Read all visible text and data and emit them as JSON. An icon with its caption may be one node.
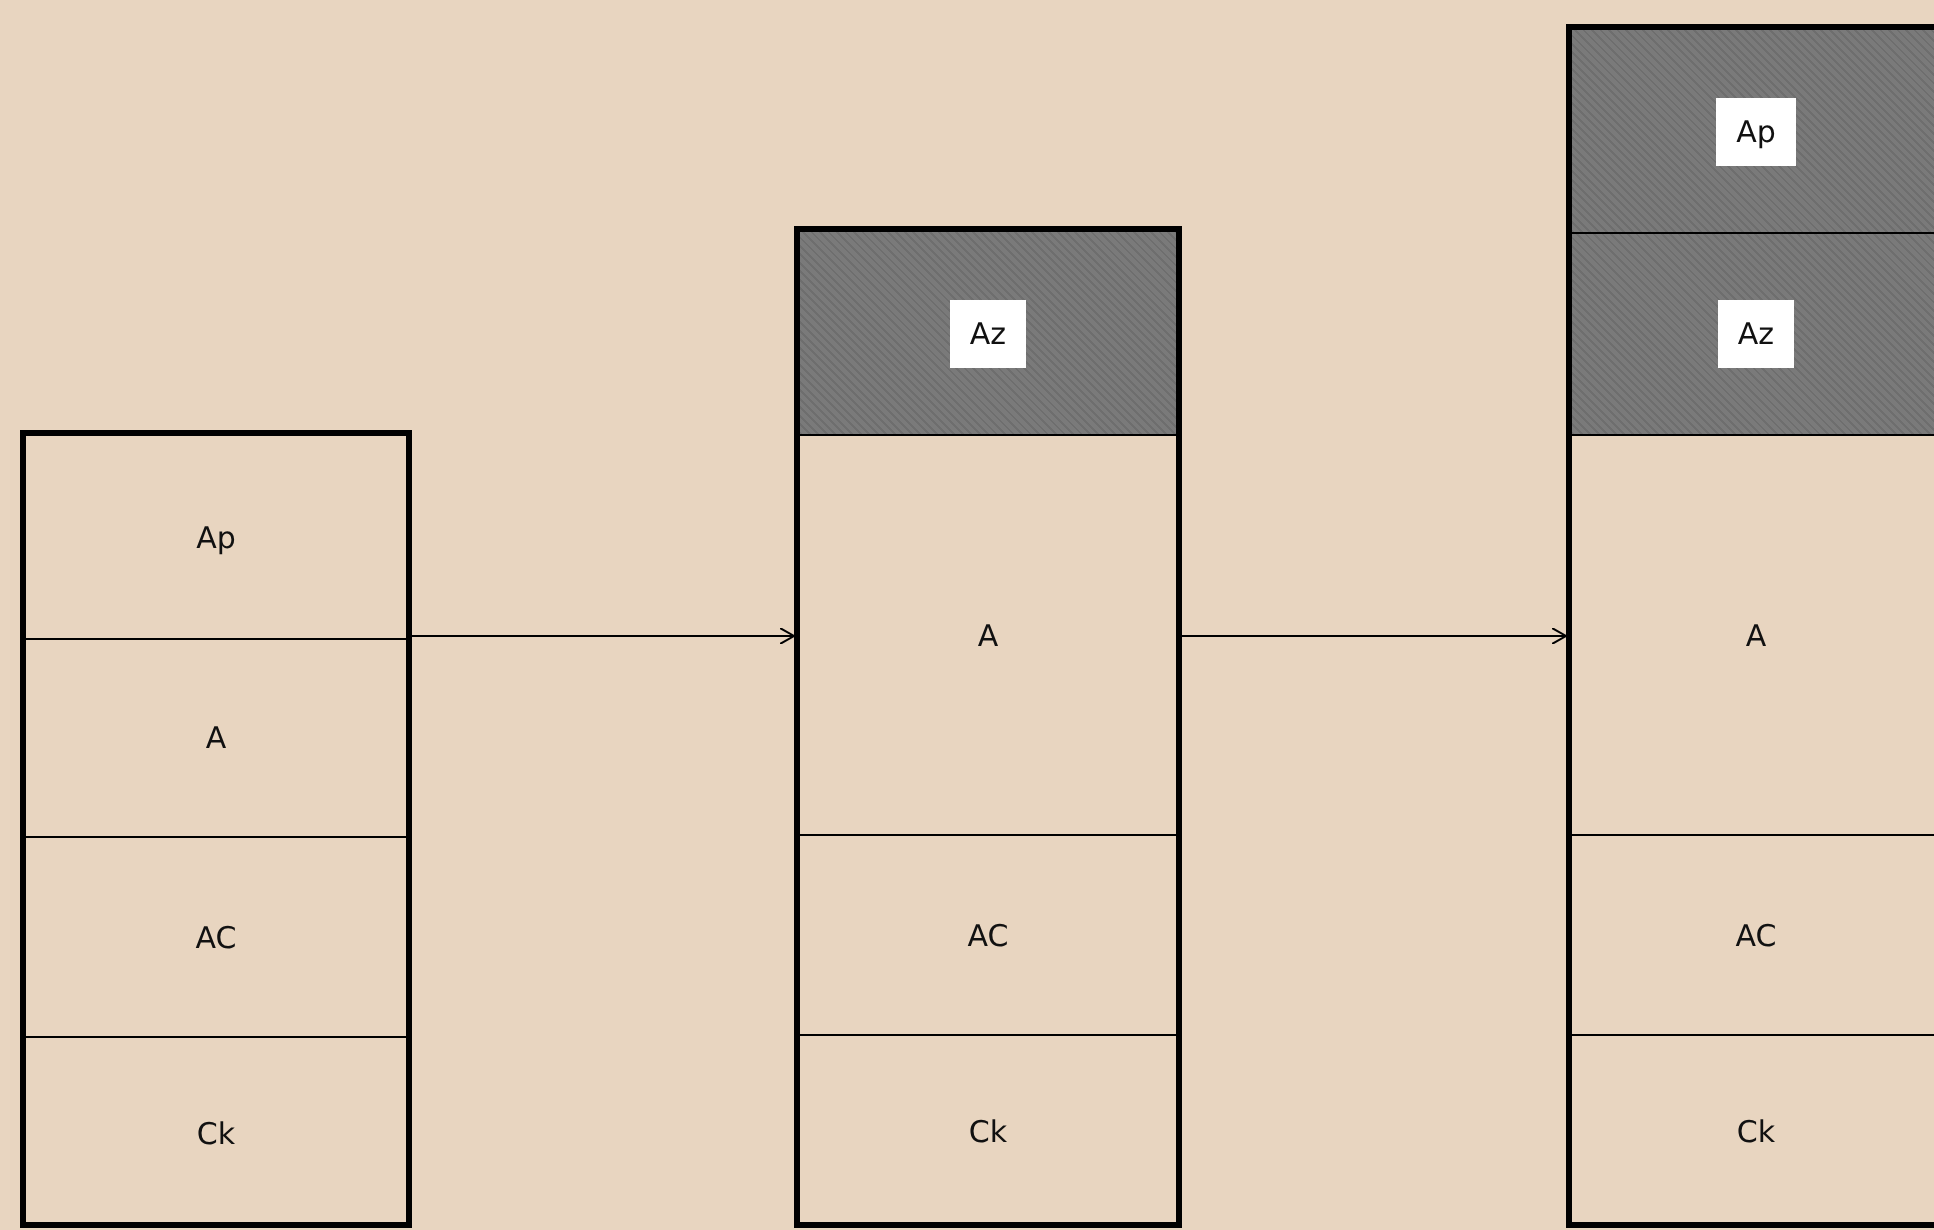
{
  "diagram": {
    "nodes": [
      {
        "text": [],
        "shape": "box"
      },
      {
        "text": [
          "Ap"
        ],
        "in": 0
      },
      {
        "text": [
          "A"
        ],
        "in": 0
      },
      {
        "text": [
          "AC"
        ],
        "in": 0
      },
      {
        "text": [
          "Ck"
        ],
        "in": 0
      },
      {
        "text": [],
        "shape": "box"
      },
      {
        "text": [
          "Az"
        ],
        "in": 5
      },
      {
        "text": [
          "A"
        ],
        "in": 5
      },
      {
        "text": [
          "AC"
        ],
        "in": 5
      },
      {
        "text": [
          "Ck"
        ],
        "in": 5
      },
      {
        "text": [],
        "shape": "box"
      },
      {
        "text": [
          "Ap"
        ],
        "in": 10
      },
      {
        "text": [
          "Az"
        ],
        "in": 10
      },
      {
        "text": [
          "A"
        ],
        "in": 10
      },
      {
        "text": [
          "AC"
        ],
        "in": 10
      },
      {
        "text": [
          "Ck"
        ],
        "in": 10
      }
    ],
    "edges": [
      {
        "from": 0,
        "to": 5,
        "arrow": "to"
      },
      {
        "from": 5,
        "to": 10,
        "arrow": "to"
      }
    ]
  }
}
